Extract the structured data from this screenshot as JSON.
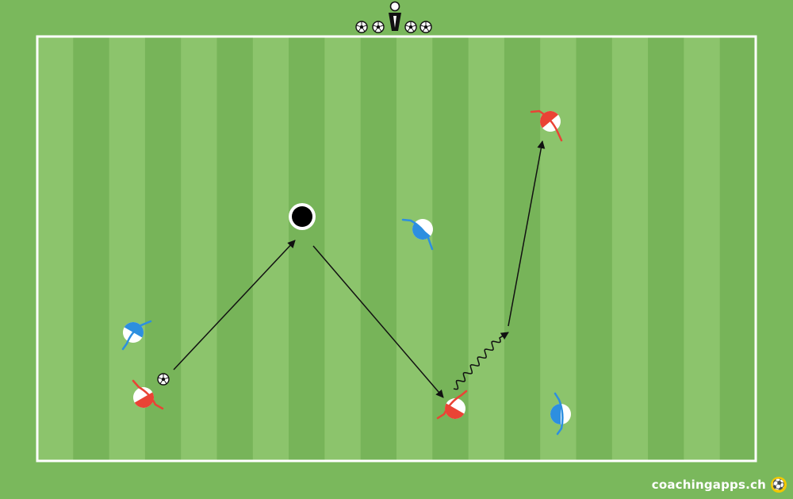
{
  "field": {
    "grass_light": "#8cc46c",
    "grass_dark": "#77b459",
    "background": "#7ab85c",
    "line_color": "#ffffff"
  },
  "team_colors": {
    "red": "#ea4335",
    "blue": "#2d8fe0"
  },
  "players": [
    {
      "team": "red",
      "label": "red-player-bottom-left"
    },
    {
      "team": "red",
      "label": "red-player-bottom-center"
    },
    {
      "team": "red",
      "label": "red-player-top-right"
    },
    {
      "team": "blue",
      "label": "blue-player-left"
    },
    {
      "team": "blue",
      "label": "blue-player-center"
    },
    {
      "team": "blue",
      "label": "blue-player-right"
    }
  ],
  "icons": {
    "ball": "soccer-ball-icon",
    "coach": "coach-icon",
    "marker": "disc-marker-icon",
    "logo": "coachingapps-logo-icon"
  },
  "branding": {
    "text": "coachingapps.ch"
  }
}
